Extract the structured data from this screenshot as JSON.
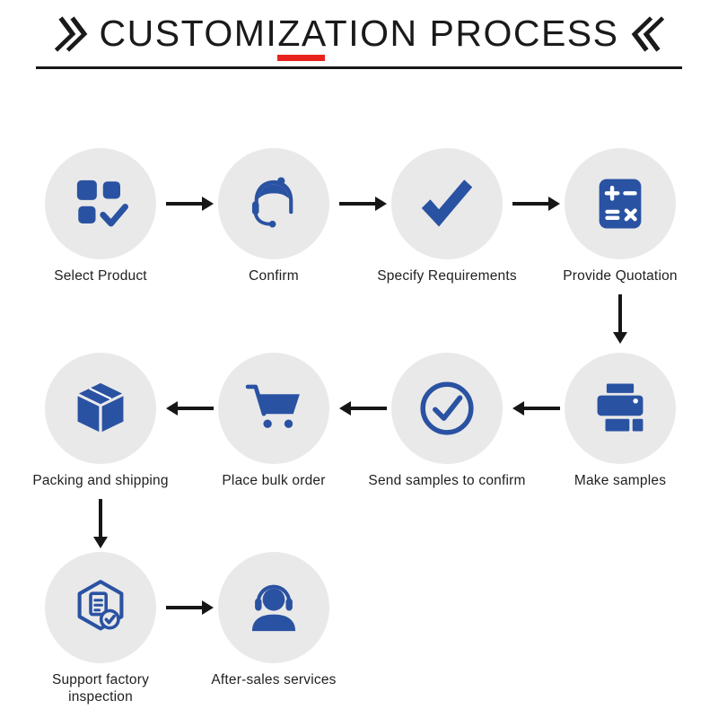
{
  "title": {
    "part1": "CUSTOMI",
    "accent": "ZA",
    "part2": "TION PROCESS",
    "full": "CUSTOMIZATION PROCESS",
    "accent_color": "#e8231d"
  },
  "colors": {
    "icon_blue": "#2a52a2",
    "circle_gray": "#e9e9e9",
    "arrow_black": "#161616",
    "title_black": "#1a1a1a"
  },
  "icons": {
    "left_title_mark": "double-chevron-right-icon",
    "right_title_mark": "double-chevron-left-icon"
  },
  "steps": [
    {
      "id": 1,
      "label": "Select Product",
      "icon": "product-grid-check-icon"
    },
    {
      "id": 2,
      "label": "Confirm",
      "icon": "customer-service-icon"
    },
    {
      "id": 3,
      "label": "Specify Requirements",
      "icon": "checkmark-icon"
    },
    {
      "id": 4,
      "label": "Provide Quotation",
      "icon": "calculator-icon"
    },
    {
      "id": 5,
      "label": "Make samples",
      "icon": "printer-icon"
    },
    {
      "id": 6,
      "label": "Send samples to confirm",
      "icon": "circle-check-icon"
    },
    {
      "id": 7,
      "label": "Place bulk order",
      "icon": "shopping-cart-icon"
    },
    {
      "id": 8,
      "label": "Packing and shipping",
      "icon": "package-box-icon"
    },
    {
      "id": 9,
      "label": "Support factory inspection",
      "icon": "factory-inspection-icon"
    },
    {
      "id": 10,
      "label": "After-sales services",
      "icon": "after-sales-headset-icon"
    }
  ],
  "arrows": [
    {
      "from": "Select Product",
      "to": "Confirm",
      "direction": "right"
    },
    {
      "from": "Confirm",
      "to": "Specify Requirements",
      "direction": "right"
    },
    {
      "from": "Specify Requirements",
      "to": "Provide Quotation",
      "direction": "right"
    },
    {
      "from": "Provide Quotation",
      "to": "Make samples",
      "direction": "down"
    },
    {
      "from": "Make samples",
      "to": "Send samples to confirm",
      "direction": "left"
    },
    {
      "from": "Send samples to confirm",
      "to": "Place bulk order",
      "direction": "left"
    },
    {
      "from": "Place bulk order",
      "to": "Packing and shipping",
      "direction": "left"
    },
    {
      "from": "Packing and shipping",
      "to": "Support factory inspection",
      "direction": "down"
    },
    {
      "from": "Support factory inspection",
      "to": "After-sales services",
      "direction": "right"
    }
  ]
}
